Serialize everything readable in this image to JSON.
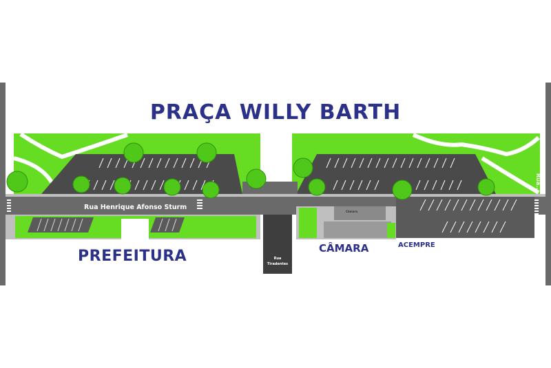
{
  "title": "PRAÇA WILLY BARTH",
  "buildings": {
    "prefeitura": "PREFEITURA",
    "camara": "CÂMARA",
    "acempre": "ACEMPRE",
    "camara_small": "Câmara"
  },
  "streets": {
    "main": "Rua Henrique Afonso Sturm",
    "tiradentes_line1": "Rua",
    "tiradentes_line2": "Tiradentes",
    "right": "Rua..."
  },
  "colors": {
    "grass": "#66dd22",
    "road": "#6a6a6a",
    "parking": "#4a4a4a",
    "label": "#2b3189",
    "tree": "#4fc81a",
    "sidewalk": "#bfbfbf"
  }
}
